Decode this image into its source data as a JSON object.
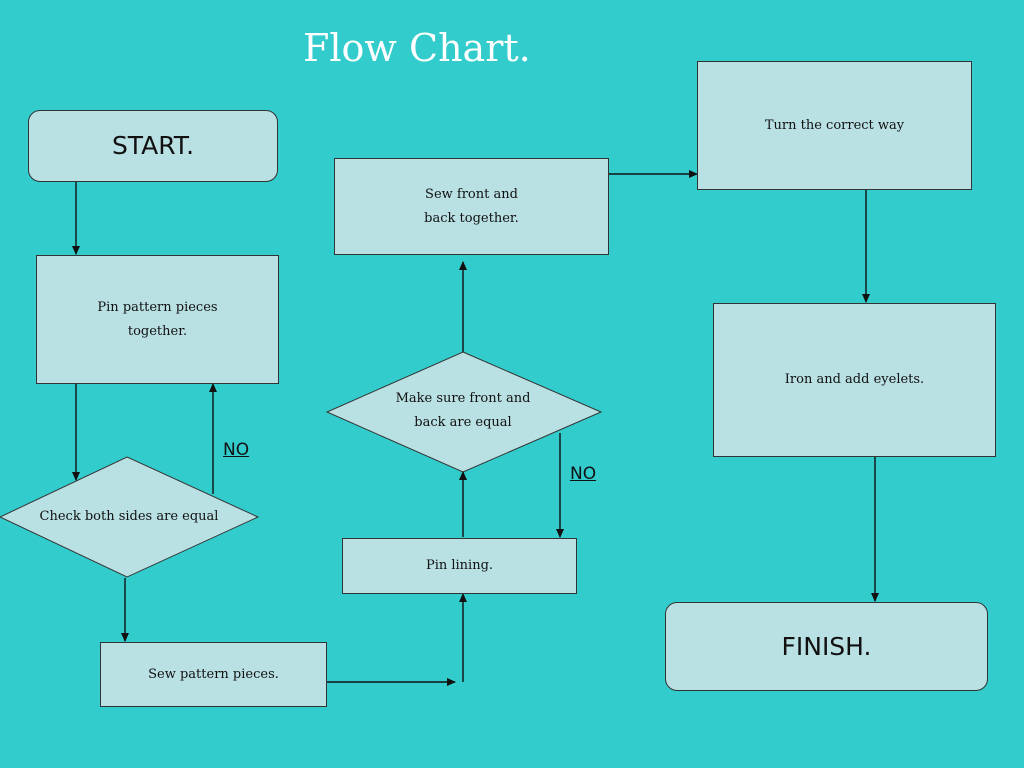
{
  "title": "Flow Chart.",
  "nodes": {
    "start": "START.",
    "pin_pattern": "Pin pattern pieces\ntogether.",
    "check_sides": "Check both sides are equal",
    "sew_pattern": "Sew pattern pieces.",
    "pin_lining": "Pin lining.",
    "make_sure": "Make sure front and\nback are equal",
    "sew_front_back": "Sew front and\nback together.",
    "turn": "Turn the correct way",
    "iron": "Iron and add eyelets.",
    "finish": "FINISH."
  },
  "labels": {
    "no_1": "NO",
    "no_2": "NO"
  },
  "colors": {
    "background": "#33cccc",
    "box_fill": "#b9e0e3",
    "stroke": "#333333",
    "title": "#ffffff"
  }
}
